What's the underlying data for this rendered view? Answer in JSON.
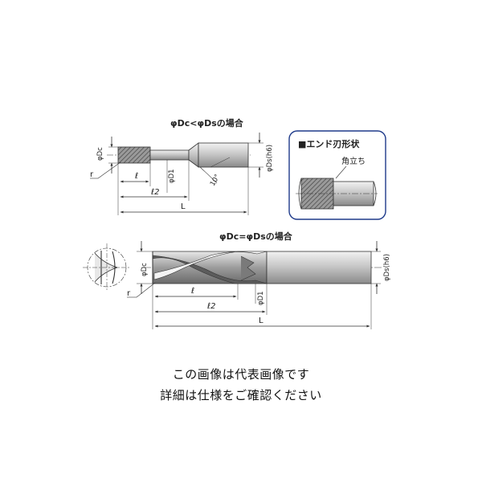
{
  "diagram": {
    "top_title": "φDc<φDsの場合",
    "bottom_title": "φDc=φDsの場合",
    "inset_title": "■エンド刃形状",
    "inset_label": "角立ち",
    "labels": {
      "dc": "φDc",
      "ds_h6": "φDs(h6)",
      "d1": "φD1",
      "r": "r",
      "l": "ℓ",
      "l2": "ℓ2",
      "L": "L",
      "angle": "10°"
    }
  },
  "captions": {
    "line1": "この画像は代表画像です",
    "line2": "詳細は仕様をご確認ください"
  },
  "colors": {
    "line": "#333333",
    "body_fill": "#cfcfcf",
    "inset_border": "#1e3a8a"
  }
}
